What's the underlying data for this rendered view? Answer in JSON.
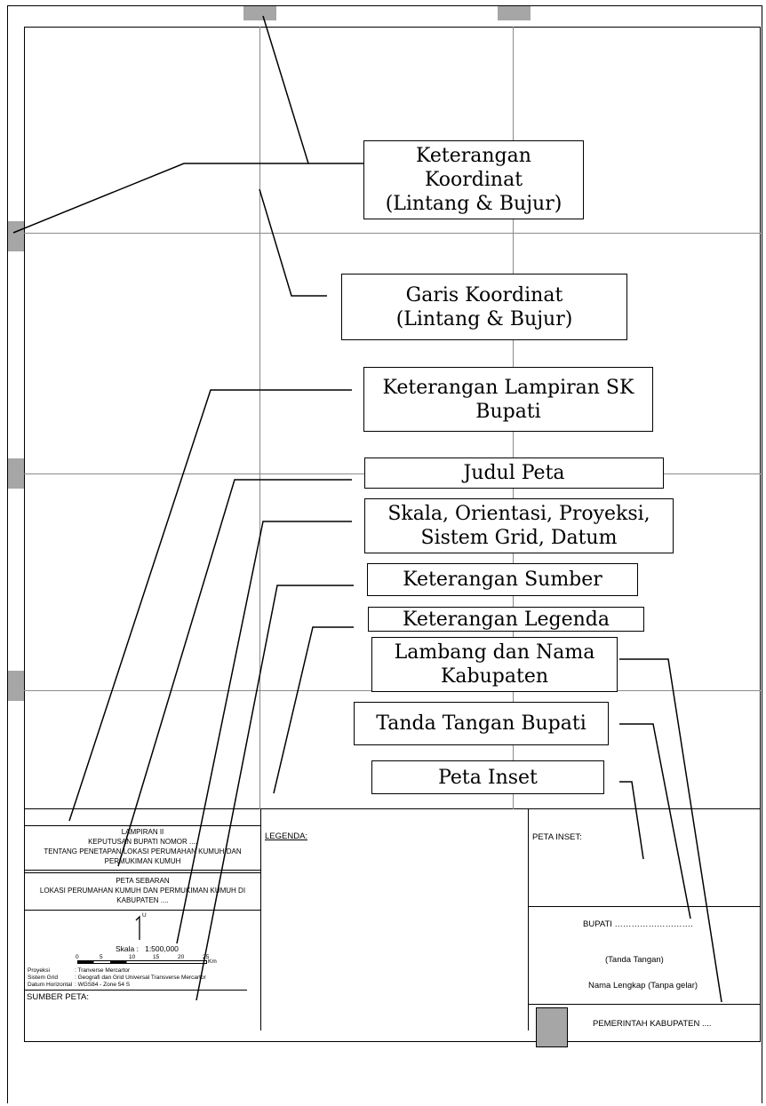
{
  "callouts": {
    "keterangan_koordinat": "Keterangan\nKoordinat\n(Lintang & Bujur)",
    "garis_koordinat": "Garis Koordinat\n(Lintang & Bujur)",
    "lampiran_sk": "Keterangan Lampiran SK\nBupati",
    "judul_peta": "Judul Peta",
    "skala": "Skala, Orientasi, Proyeksi,\nSistem Grid, Datum",
    "sumber": "Keterangan Sumber",
    "legenda": "Keterangan Legenda",
    "lambang": "Lambang dan Nama\nKabupaten",
    "tanda_tangan": "Tanda Tangan Bupati",
    "peta_inset": "Peta Inset"
  },
  "layout": {
    "lampiran": {
      "line1": "LAMPIRAN II",
      "line2": "KEPUTUSAN BUPATI NOMOR ....",
      "line3": "TENTANG PENETAPAN LOKASI PERUMAHAN KUMUH DAN PERMUKIMAN KUMUH"
    },
    "judul": {
      "line1": "PETA SEBARAN",
      "line2": "LOKASI PERUMAHAN KUMUH DAN PERMUKIMAN KUMUH DI KABUPATEN ...."
    },
    "north_symbol": "U",
    "scale": {
      "label": "Skala :",
      "value": "1:500,000",
      "ticks": [
        "0",
        "5",
        "10",
        "15",
        "20",
        "25"
      ],
      "unit": "Km"
    },
    "projection": [
      {
        "key": "Proyeksi",
        "value": ": Tranverse Mercartor"
      },
      {
        "key": "Sistem Grid",
        "value": ": Geografi dan Grid Universal Transverse Mercartor"
      },
      {
        "key": "Datum Horizontal",
        "value": ": WGS84 - Zone 54 S"
      }
    ],
    "sumber_label": "SUMBER PETA:",
    "legenda_label": "LEGENDA:",
    "inset_label": "PETA INSET:",
    "bupati_label": "BUPATI ……………………….",
    "tanda_tangan_label": "(Tanda Tangan)",
    "nama_lengkap_label": "Nama Lengkap (Tanpa gelar)",
    "pemerintah_label": "PEMERINTAH KABUPATEN ...."
  },
  "colors": {
    "marker": "#a6a6a6",
    "gridline": "#8a8a8a",
    "line": "#000000"
  }
}
